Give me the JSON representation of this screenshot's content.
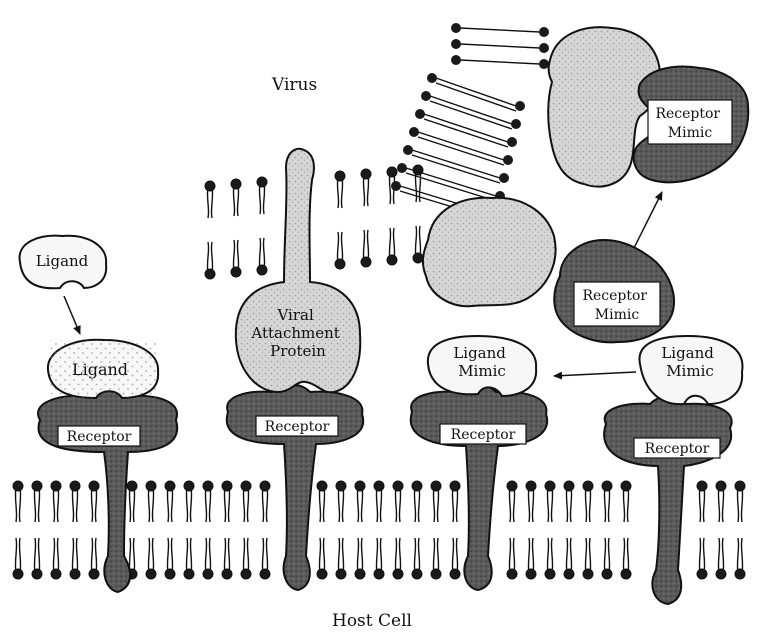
{
  "labels": {
    "virus": "Virus",
    "host_cell": "Host Cell",
    "ligand_free": "Ligand",
    "ligand_bound": "Ligand",
    "viral_attachment": [
      "Viral",
      "Attachment",
      "Protein"
    ],
    "ligand_mimic_bound": [
      "Ligand",
      "Mimic"
    ],
    "ligand_mimic_free": [
      "Ligand",
      "Mimic"
    ],
    "receptor_mimic_virus": [
      "Receptor",
      "Mimic"
    ],
    "receptor_mimic_free": [
      "Receptor",
      "Mimic"
    ],
    "receptor": "Receptor"
  },
  "colors": {
    "receptor_fill": "#5f5f5f",
    "virus_fill": "#dcdcdc",
    "ligand_fill": "#f6f6f6",
    "receptor_mimic_fill": "#505050",
    "outline": "#111111",
    "background": "#ffffff"
  }
}
